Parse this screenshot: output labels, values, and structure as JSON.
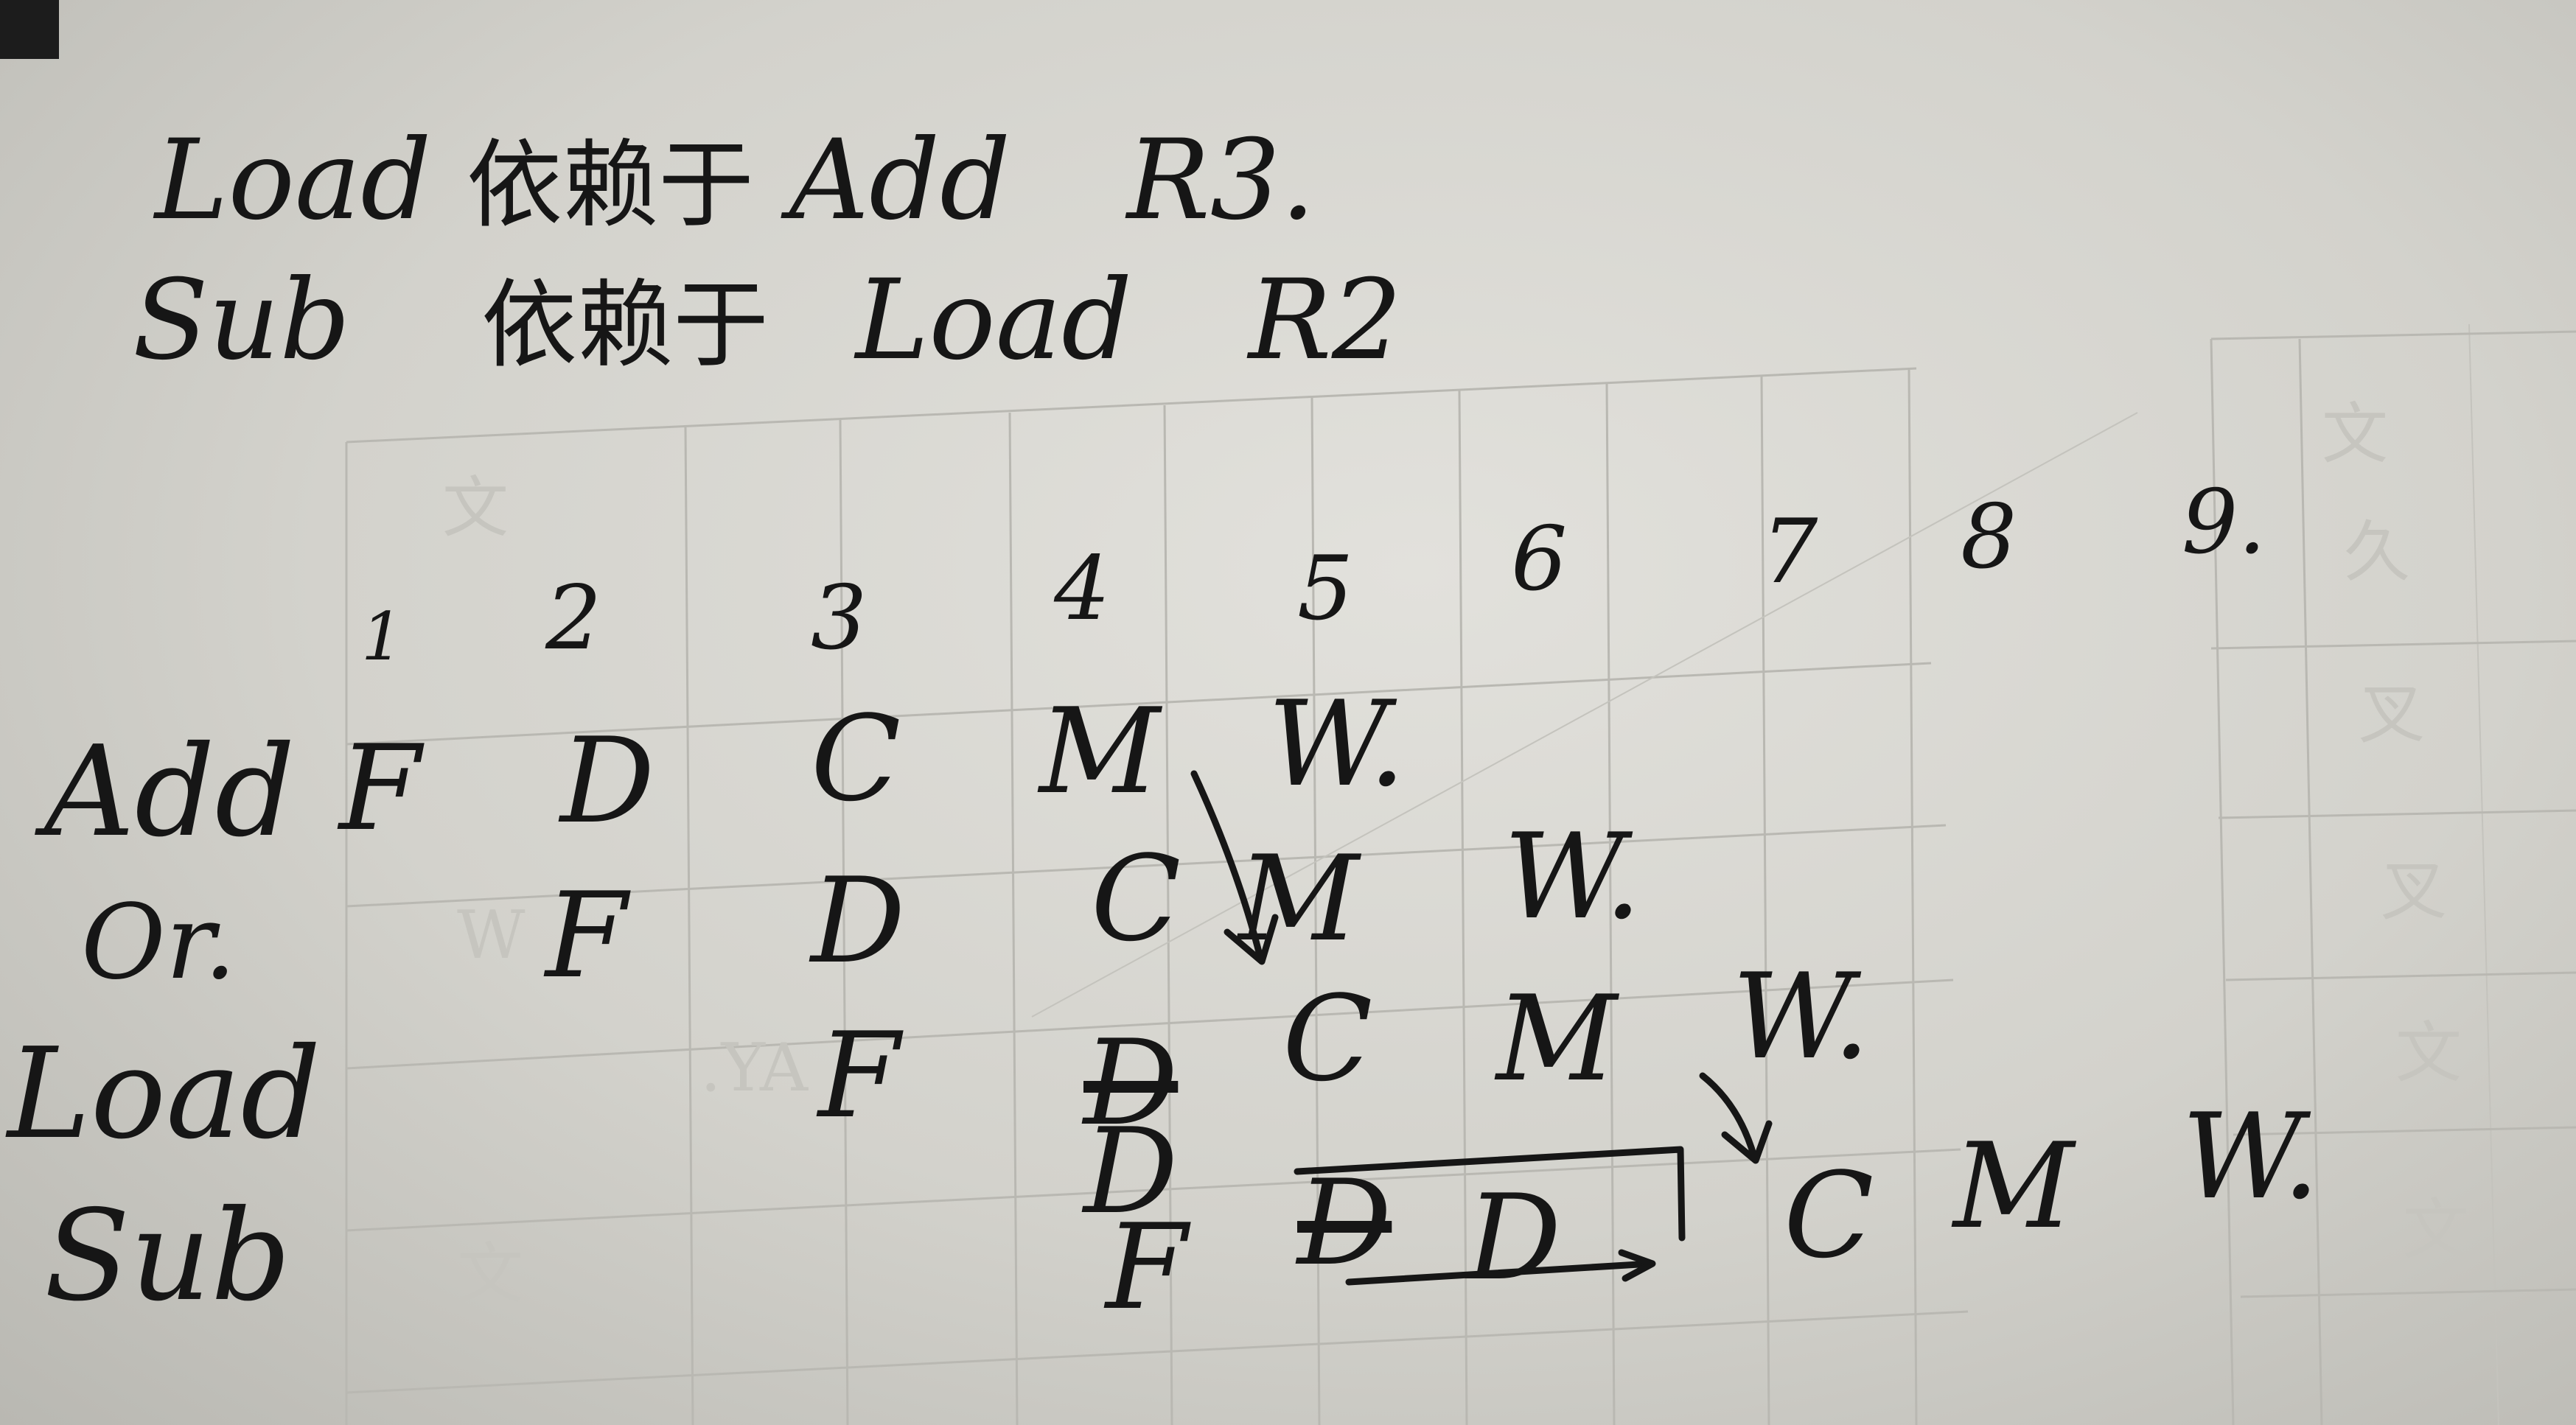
{
  "notes": [
    {
      "subject": "Load",
      "dependency": "依赖于",
      "target": "Add",
      "register": "R3."
    },
    {
      "subject": "Sub",
      "dependency": "依赖于",
      "target": "Load",
      "register": "R2"
    }
  ],
  "cycles": [
    "1",
    "2",
    "3",
    "4",
    "5",
    "6",
    "7",
    "8",
    "9."
  ],
  "instructions": [
    {
      "label": "Add",
      "stages": [
        "F",
        "D",
        "C",
        "M",
        "W."
      ]
    },
    {
      "label": "Or.",
      "stages": [
        "F",
        "D",
        "C",
        "M",
        "W."
      ]
    },
    {
      "label": "Load",
      "stages": [
        "F",
        "D",
        "C",
        "M",
        "W."
      ],
      "stalled": "D"
    },
    {
      "label": "Sub",
      "stages": [
        "F",
        "D",
        "D",
        "C",
        "M",
        "W."
      ],
      "stalled": "D"
    }
  ]
}
